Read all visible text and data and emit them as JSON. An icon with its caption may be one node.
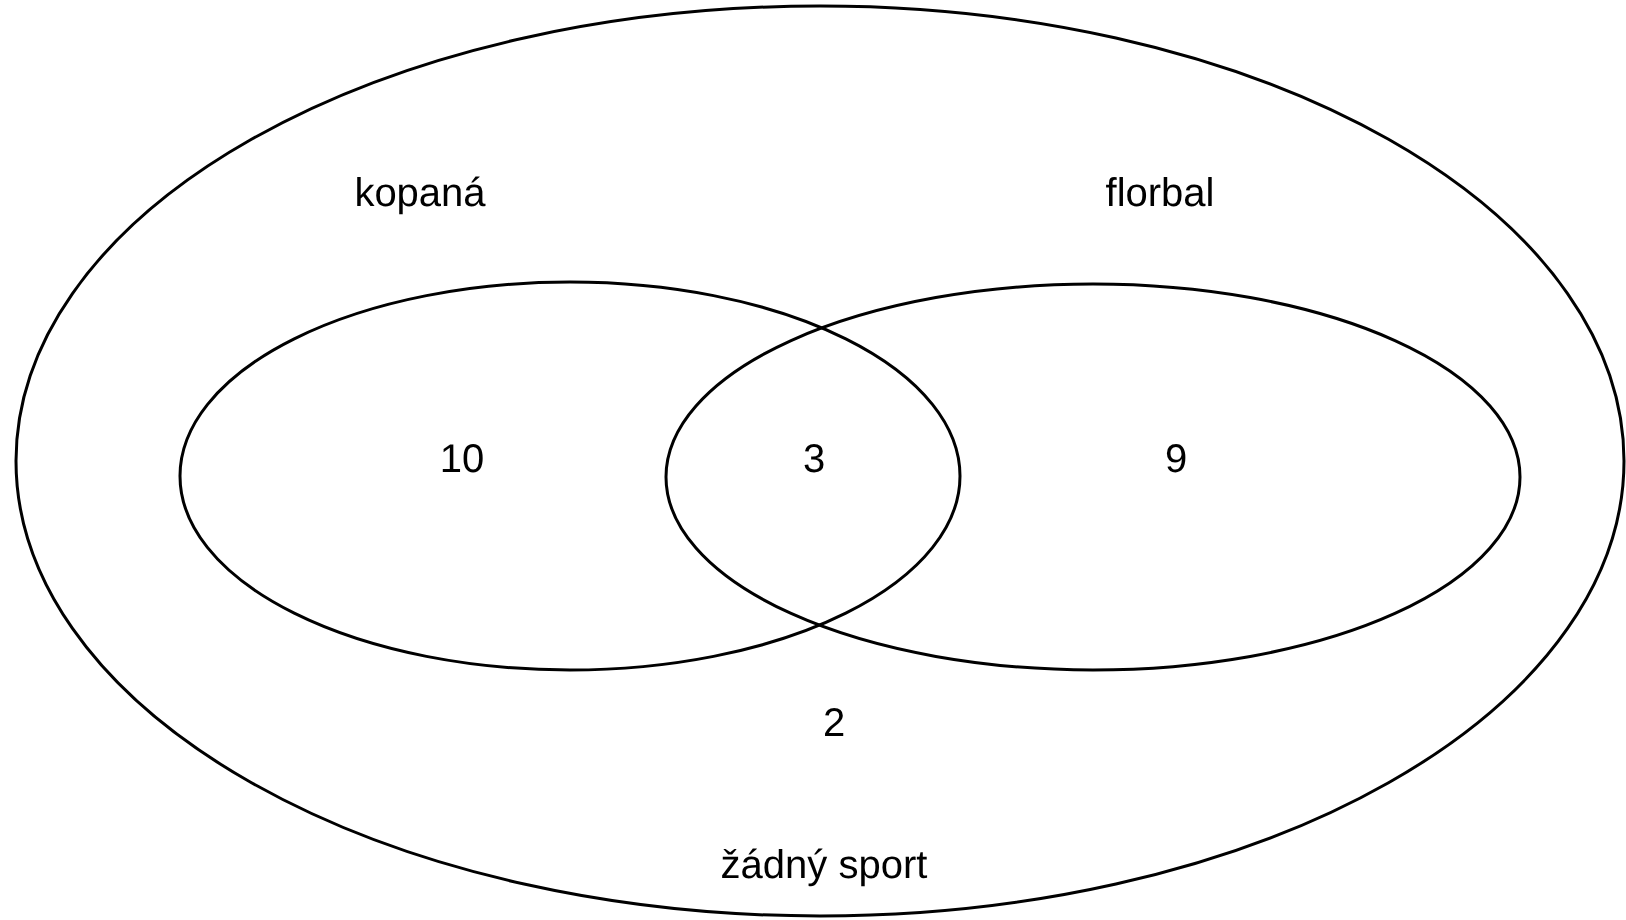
{
  "diagram": {
    "nodes": [
      {
        "text": [
          "2",
          "žádný sport"
        ]
      },
      {
        "text": [
          "kopaná",
          "10"
        ],
        "in": 0
      },
      {
        "text": [
          "florbal",
          "9"
        ],
        "in": 0
      }
    ],
    "labels": [
      "3"
    ]
  }
}
